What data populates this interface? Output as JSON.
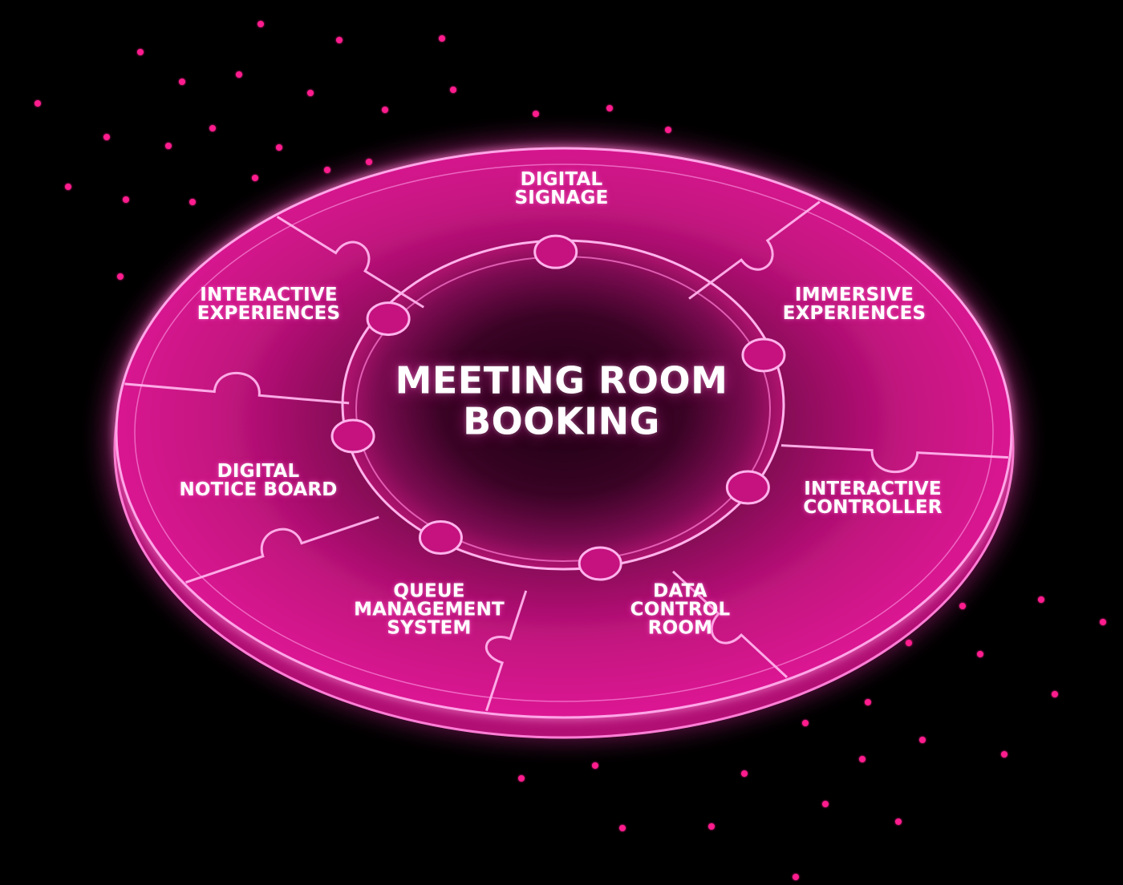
{
  "diagram": {
    "center": {
      "line1": "MEETING ROOM",
      "line2": "BOOKING"
    },
    "segments": [
      {
        "id": "digital-signage",
        "lines": [
          "DIGITAL",
          "SIGNAGE"
        ]
      },
      {
        "id": "immersive-experiences",
        "lines": [
          "IMMERSIVE",
          "EXPERIENCES"
        ]
      },
      {
        "id": "interactive-controller",
        "lines": [
          "INTERACTIVE",
          "CONTROLLER"
        ]
      },
      {
        "id": "data-control-room",
        "lines": [
          "DATA",
          "CONTROL",
          "ROOM"
        ]
      },
      {
        "id": "queue-management-system",
        "lines": [
          "QUEUE",
          "MANAGEMENT",
          "SYSTEM"
        ]
      },
      {
        "id": "digital-notice-board",
        "lines": [
          "DIGITAL",
          "NOTICE BOARD"
        ]
      },
      {
        "id": "interactive-experiences",
        "lines": [
          "INTERACTIVE",
          "EXPERIENCES"
        ]
      }
    ],
    "colors": {
      "background": "#000000",
      "piece_fill": "#d0128a",
      "piece_glow": "#ff3fc0",
      "edge_light": "#ff9de6",
      "dots": "#ff1f8e"
    }
  }
}
